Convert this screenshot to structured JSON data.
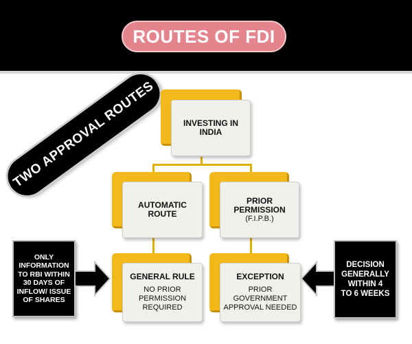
{
  "title": "ROUTES OF FDI",
  "banner": "TWO APPROVAL ROUTES",
  "nodes": {
    "root": "INVESTING IN INDIA",
    "automatic": "AUTOMATIC ROUTE",
    "prior": {
      "title": "PRIOR PERMISSION",
      "subtitle": "(F.I.P.B.)"
    },
    "general_rule": {
      "title": "GENERAL RULE",
      "lines": [
        "NO PRIOR",
        "PERMISSION",
        "REQUIRED"
      ]
    },
    "exception": {
      "title": "EXCEPTION",
      "lines": [
        "PRIOR",
        "GOVERNMENT",
        "APPROVAL NEEDED"
      ]
    }
  },
  "side_left": [
    "ONLY",
    "INFORMATION",
    "TO RBI WITHIN",
    "30 DAYS OF",
    "INFLOW/ ISSUE",
    "OF SHARES"
  ],
  "side_right": [
    "DECISION",
    "GENERALLY",
    "WITHIN 4",
    "TO 6 WEEKS"
  ],
  "colors": {
    "header": "#000000",
    "title_pill": "#e4858d",
    "gold": "#f2b91a",
    "card": "#f1f0ec",
    "side_box": "#000000"
  }
}
